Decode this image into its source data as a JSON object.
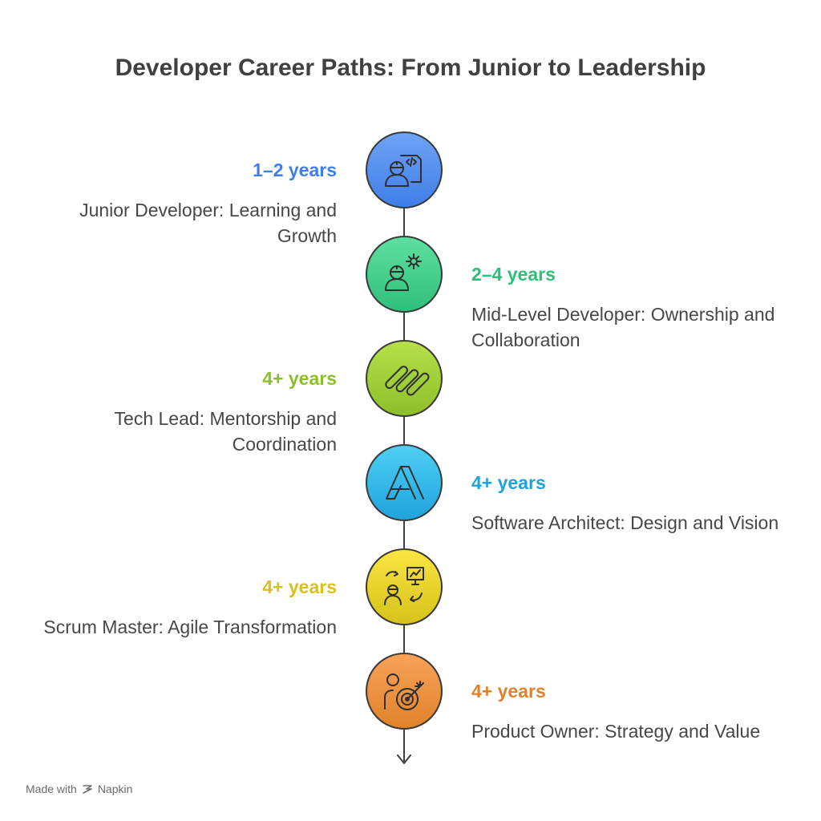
{
  "title": "Developer Career Paths: From Junior to Leadership",
  "stages": [
    {
      "duration": "1–2 years",
      "title": "Junior Developer: Learning and Growth",
      "color": "#3f7ee8",
      "color_light": "#6fa3f5",
      "icon": "developer-code-icon",
      "side": "left"
    },
    {
      "duration": "2–4 years",
      "title": "Mid-Level Developer: Ownership and Collaboration",
      "color": "#2fbf7a",
      "color_light": "#5ee0a0",
      "icon": "developer-gear-icon",
      "side": "right"
    },
    {
      "duration": "4+ years",
      "title": "Tech Lead: Mentorship and Coordination",
      "color": "#8dbf2a",
      "color_light": "#b6e04a",
      "icon": "diagonal-bars-icon",
      "side": "left"
    },
    {
      "duration": "4+ years",
      "title": "Software Architect: Design and Vision",
      "color": "#1ea3dc",
      "color_light": "#4fd0f5",
      "icon": "architecture-a-icon",
      "side": "right"
    },
    {
      "duration": "4+ years",
      "title": "Scrum Master: Agile Transformation",
      "color": "#d6c21a",
      "color_light": "#fbe542",
      "icon": "agile-presenter-icon",
      "side": "left"
    },
    {
      "duration": "4+ years",
      "title": "Product Owner: Strategy and Value",
      "color": "#e0822a",
      "color_light": "#f8a35a",
      "icon": "person-target-icon",
      "side": "right"
    }
  ],
  "footer": {
    "made_with": "Made with",
    "brand": "Napkin"
  }
}
